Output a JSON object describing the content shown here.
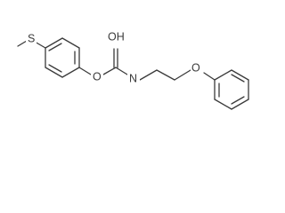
{
  "molecule": {
    "atoms": {
      "methyl_s": "S",
      "aryl_o": "O",
      "carbamate_oh": "OH",
      "amide_n": "N",
      "ether_o": "O"
    }
  }
}
